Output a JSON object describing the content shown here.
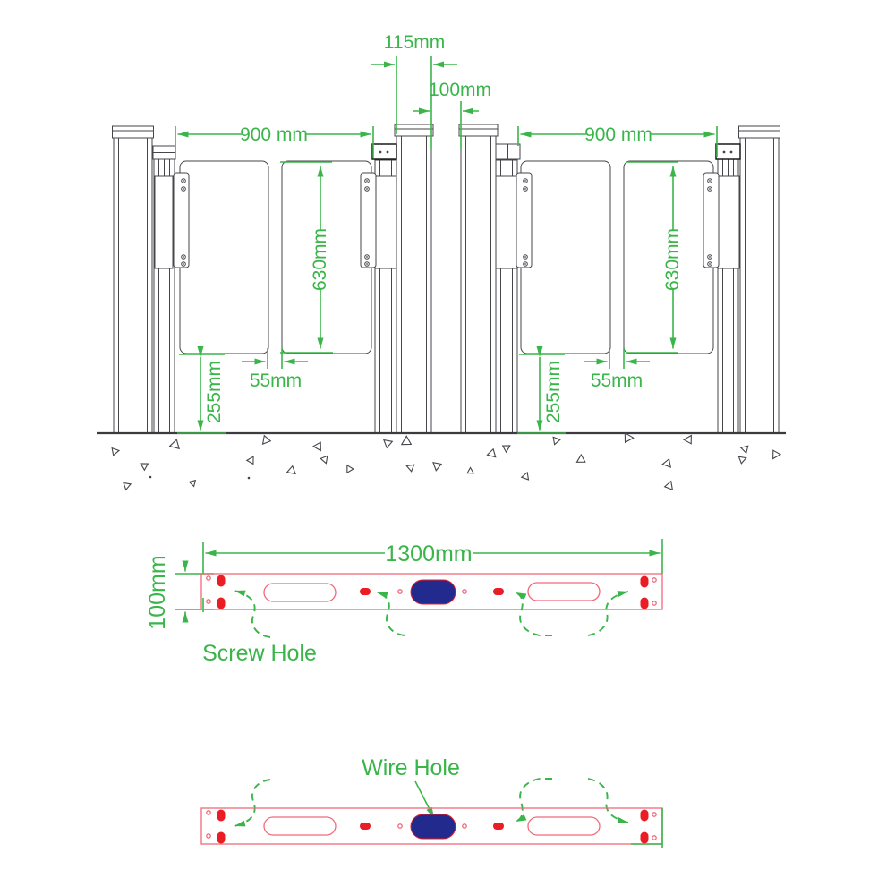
{
  "title": "Speed gate installation dimension diagram",
  "colors": {
    "dimension_green": "#3ab54a",
    "drawing_line": "#45454a",
    "plate_outline_red": "#f1697a",
    "hole_fill_red": "#ec1c24",
    "wire_hole_blue": "#232a8d",
    "background": "#ffffff"
  },
  "elevation": {
    "dim_115": "115mm",
    "dim_100": "100mm",
    "dim_900_left": "900 mm",
    "dim_900_right": "900 mm",
    "dim_630_left": "630mm",
    "dim_630_right": "630mm",
    "dim_55_left": "55mm",
    "dim_55_right": "55mm",
    "dim_255_left": "255mm",
    "dim_255_right": "255mm",
    "ground_hatch": [
      [
        196,
        496,
        9,
        15
      ],
      [
        128,
        505,
        7,
        200
      ],
      [
        298,
        492,
        8,
        100
      ],
      [
        356,
        498,
        8,
        30
      ],
      [
        433,
        496,
        8,
        190
      ],
      [
        455,
        494,
        9,
        120
      ],
      [
        550,
        506,
        8,
        15
      ],
      [
        565,
        500,
        7,
        300
      ],
      [
        622,
        492,
        7,
        80
      ],
      [
        701,
        490,
        9,
        210
      ],
      [
        770,
        492,
        8,
        150
      ],
      [
        833,
        501,
        7,
        45
      ],
      [
        866,
        507,
        8,
        330
      ],
      [
        162,
        520,
        7,
        60
      ],
      [
        281,
        515,
        7,
        150
      ],
      [
        326,
        525,
        8,
        10
      ],
      [
        362,
        513,
        7,
        280
      ],
      [
        391,
        524,
        7,
        90
      ],
      [
        459,
        523,
        7,
        170
      ],
      [
        489,
        520,
        8,
        70
      ],
      [
        525,
        527,
        6,
        240
      ],
      [
        650,
        514,
        8,
        120
      ],
      [
        746,
        517,
        8,
        20
      ],
      [
        829,
        514,
        7,
        190
      ],
      [
        141,
        542,
        7,
        310
      ],
      [
        216,
        539,
        6,
        45
      ],
      [
        588,
        533,
        7,
        140
      ],
      [
        747,
        543,
        8,
        260
      ]
    ],
    "ground_dots": [
      [
        168,
        533
      ],
      [
        278,
        534
      ]
    ]
  },
  "plate_top": {
    "dim_1300": "1300mm",
    "dim_100": "100mm",
    "screw_hole": "Screw Hole"
  },
  "plate_bottom": {
    "wire_hole": "Wire Hole"
  }
}
